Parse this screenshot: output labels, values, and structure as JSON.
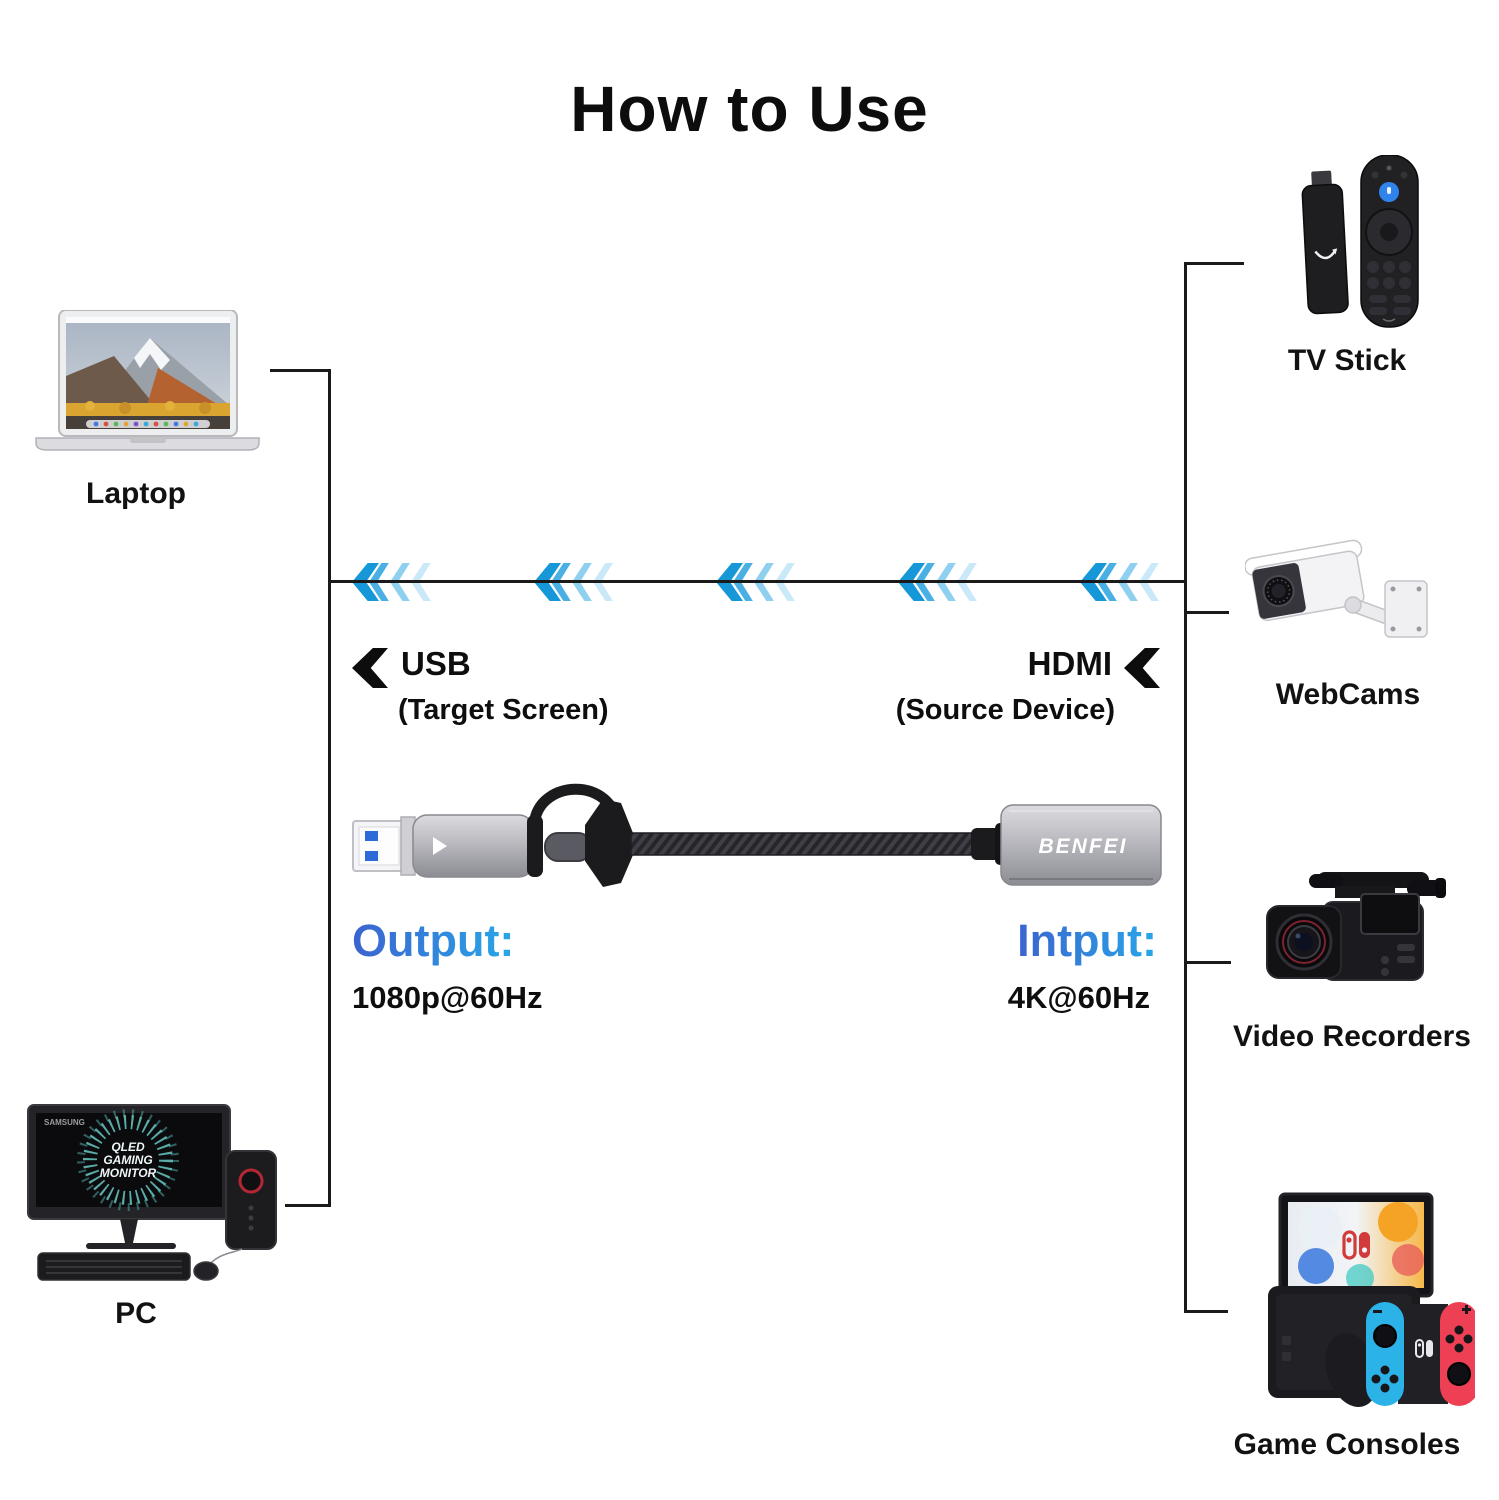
{
  "title": "How to Use",
  "left_devices": [
    {
      "id": "laptop",
      "label": "Laptop"
    },
    {
      "id": "pc",
      "label": "PC"
    }
  ],
  "right_devices": [
    {
      "id": "tv-stick",
      "label": "TV Stick"
    },
    {
      "id": "webcams",
      "label": "WebCams"
    },
    {
      "id": "video-recorders",
      "label": "Video Recorders"
    },
    {
      "id": "game-consoles",
      "label": "Game Consoles"
    }
  ],
  "usb_end": {
    "port": "USB",
    "note": "(Target Screen)",
    "spec_label": "Output:",
    "spec_value": "1080p@60Hz"
  },
  "hdmi_end": {
    "port": "HDMI",
    "note": "(Source Device)",
    "spec_label": "Intput:",
    "spec_value": "4K@60Hz"
  },
  "adapter": {
    "brand": "BENFEI"
  },
  "pc_monitor": {
    "brand": "SAMSUNG",
    "line1": "QLED",
    "line2": "GAMING",
    "line3": "MONITOR"
  },
  "colors": {
    "line_black": "#1a1a1a",
    "spec_gradient_start": "#3b63cf",
    "spec_gradient_end": "#28a7e8",
    "chevron_blues": [
      "#1697d8",
      "#4ab0e4",
      "#8fd0f0",
      "#c9e8f8"
    ],
    "joycon_blue": "#2bb3e8",
    "joycon_red": "#ee4054"
  }
}
